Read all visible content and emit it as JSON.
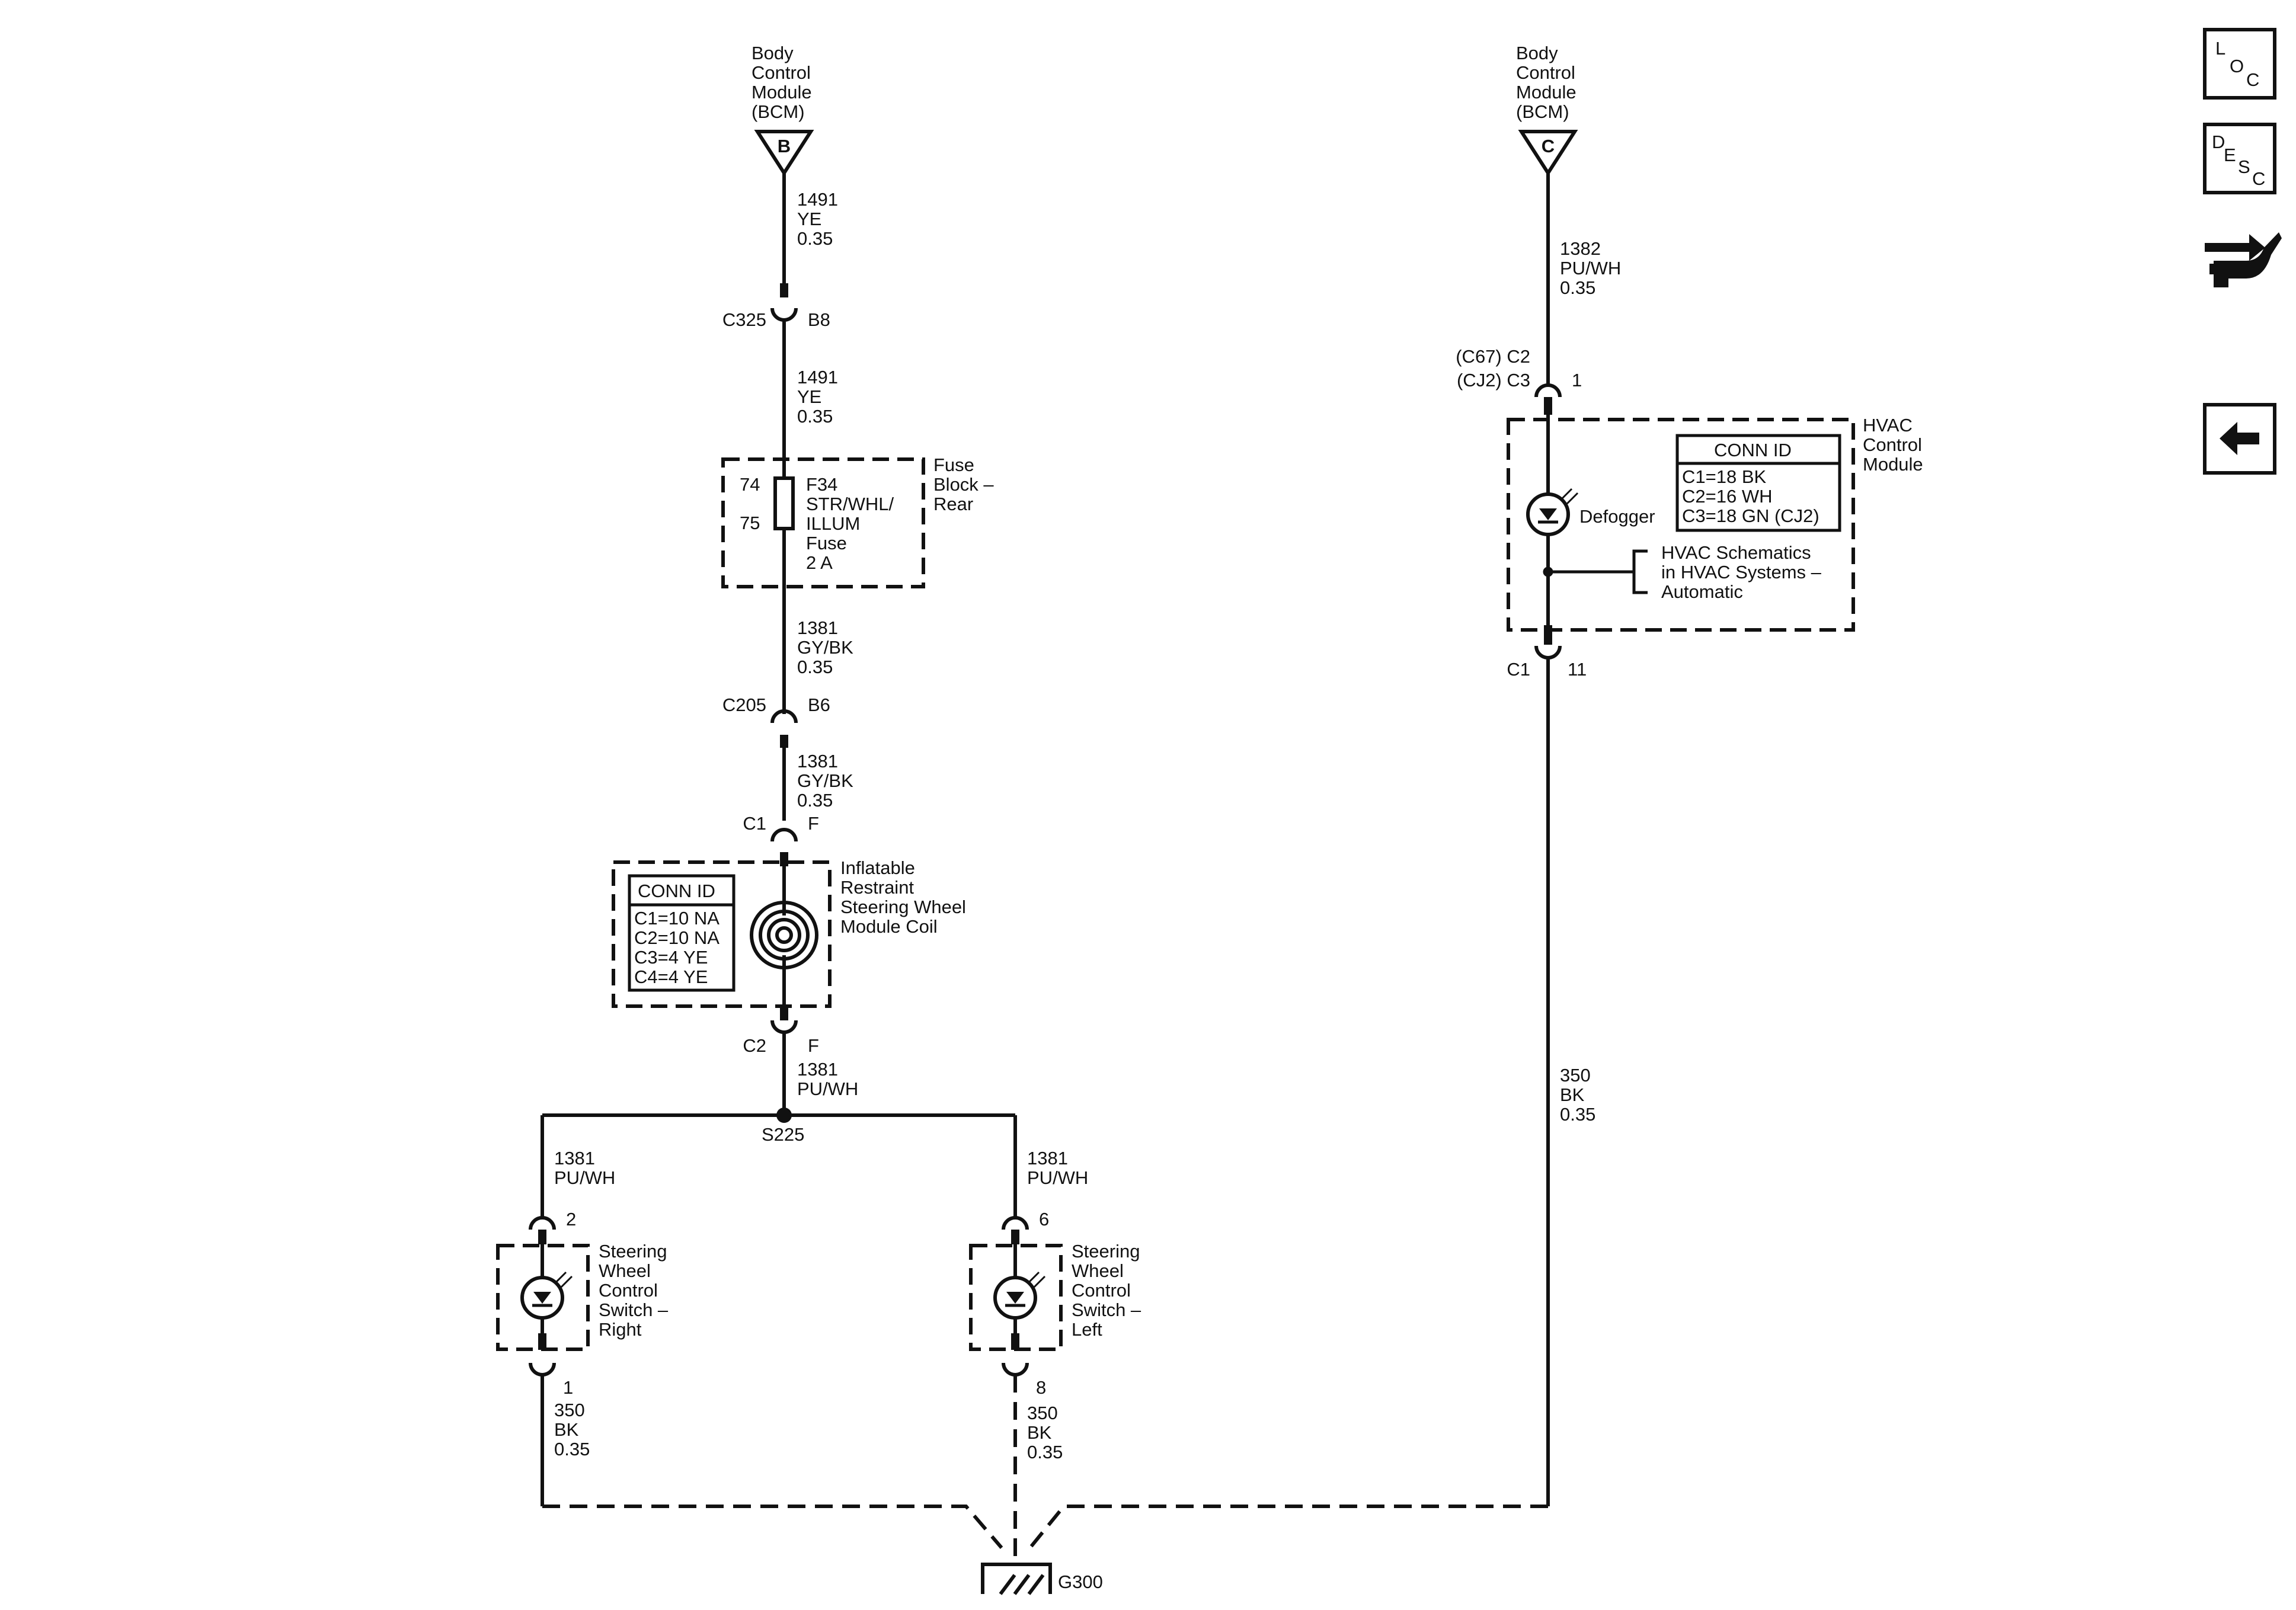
{
  "colors": {
    "ink": "#111111",
    "background": "#ffffff"
  },
  "bcm_left": {
    "label_lines": [
      "Body",
      "Control",
      "Module",
      "(BCM)"
    ],
    "terminal": "B"
  },
  "bcm_right": {
    "label_lines": [
      "Body",
      "Control",
      "Module",
      "(BCM)"
    ],
    "terminal": "C"
  },
  "left_circuit": {
    "wire1": {
      "lines": [
        "1491",
        "YE",
        "0.35"
      ]
    },
    "c325": {
      "connector": "C325",
      "pin": "B8"
    },
    "wire2": {
      "lines": [
        "1491",
        "YE",
        "0.35"
      ]
    },
    "fuse_block": {
      "label_lines": [
        "Fuse",
        "Block –",
        "Rear"
      ],
      "pin_in": "74",
      "pin_out": "75",
      "fuse_lines": [
        "F34",
        "STR/WHL/",
        "ILLUM",
        "Fuse",
        "2 A"
      ]
    },
    "wire3": {
      "lines": [
        "1381",
        "GY/BK",
        "0.35"
      ]
    },
    "c205": {
      "connector": "C205",
      "pin": "B6"
    },
    "wire4": {
      "lines": [
        "1381",
        "GY/BK",
        "0.35"
      ]
    },
    "coil_c1": {
      "connector": "C1",
      "pin": "F"
    },
    "coil": {
      "label_lines": [
        "Inflatable",
        "Restraint",
        "Steering Wheel",
        "Module Coil"
      ],
      "conn_id_title": "CONN ID",
      "conn_id_lines": [
        "C1=10 NA",
        "C2=10 NA",
        "C3=4 YE",
        "C4=4 YE"
      ]
    },
    "coil_c2": {
      "connector": "C2",
      "pin": "F"
    },
    "wire5": {
      "lines": [
        "1381",
        "PU/WH"
      ]
    },
    "splice": "S225",
    "right_switch": {
      "wire_in": [
        "1381",
        "PU/WH"
      ],
      "pin_in": "2",
      "label_lines": [
        "Steering",
        "Wheel",
        "Control",
        "Switch –",
        "Right"
      ],
      "pin_out": "1",
      "wire_out": [
        "350",
        "BK",
        "0.35"
      ]
    },
    "left_switch": {
      "wire_in": [
        "1381",
        "PU/WH"
      ],
      "pin_in": "6",
      "label_lines": [
        "Steering",
        "Wheel",
        "Control",
        "Switch –",
        "Left"
      ],
      "pin_out": "8",
      "wire_out": [
        "350",
        "BK",
        "0.35"
      ]
    }
  },
  "right_circuit": {
    "wire1": {
      "lines": [
        "1382",
        "PU/WH",
        "0.35"
      ]
    },
    "conn_top": {
      "lines": [
        "(C67) C2",
        "(CJ2) C3"
      ],
      "pin": "1"
    },
    "hvac": {
      "label_lines": [
        "HVAC",
        "Control",
        "Module"
      ],
      "conn_id_title": "CONN ID",
      "conn_id_lines": [
        "C1=18 BK",
        "C2=16 WH",
        "C3=18 GN (CJ2)"
      ],
      "lamp_label": "Defogger",
      "reference_lines": [
        "HVAC Schematics",
        "in HVAC Systems –",
        "Automatic"
      ]
    },
    "conn_bottom": {
      "connector": "C1",
      "pin": "11"
    },
    "wire2": {
      "lines": [
        "350",
        "BK",
        "0.35"
      ]
    }
  },
  "ground": {
    "label": "G300"
  },
  "toolbar": {
    "loc": [
      "L",
      "O",
      "C"
    ],
    "desc": [
      "D",
      "E",
      "S",
      "C"
    ],
    "connector_icon": "connector-view-icon",
    "back_icon": "back-arrow-icon"
  }
}
